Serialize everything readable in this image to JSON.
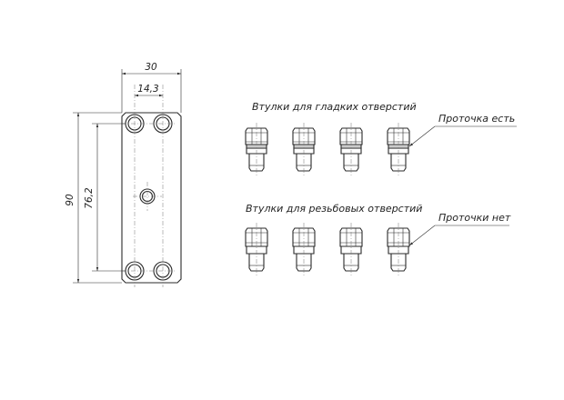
{
  "dimensions": {
    "width_total": "30",
    "hole_spacing": "14,3",
    "height_total": "90",
    "hole_center_height": "76,2"
  },
  "labels": {
    "smooth_title": "Втулки для гладких отверстий",
    "threaded_title": "Втулки для резьбовых отверстий",
    "groove_yes": "Проточка есть",
    "groove_no": "Проточки нет"
  }
}
